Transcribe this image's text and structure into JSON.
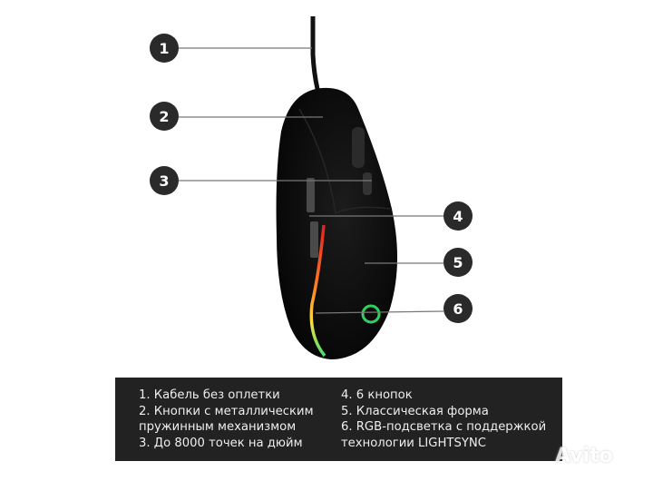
{
  "callouts": [
    "1",
    "2",
    "3",
    "4",
    "5",
    "6"
  ],
  "legend": {
    "left": [
      "1. Кабель без оплетки",
      "2. Кнопки с металлическим",
      "пружинным механизмом",
      "3. До 8000 точек на дюйм"
    ],
    "right": [
      "4. 6 кнопок",
      "5. Классическая форма",
      "6. RGB-подсветка с поддержкой",
      "технологии LIGHTSYNC"
    ]
  },
  "watermark": "Avito",
  "colors": {
    "callout": "#2a2a2a",
    "legend_bg": "#222222",
    "mouse": "#0c0c0c"
  }
}
